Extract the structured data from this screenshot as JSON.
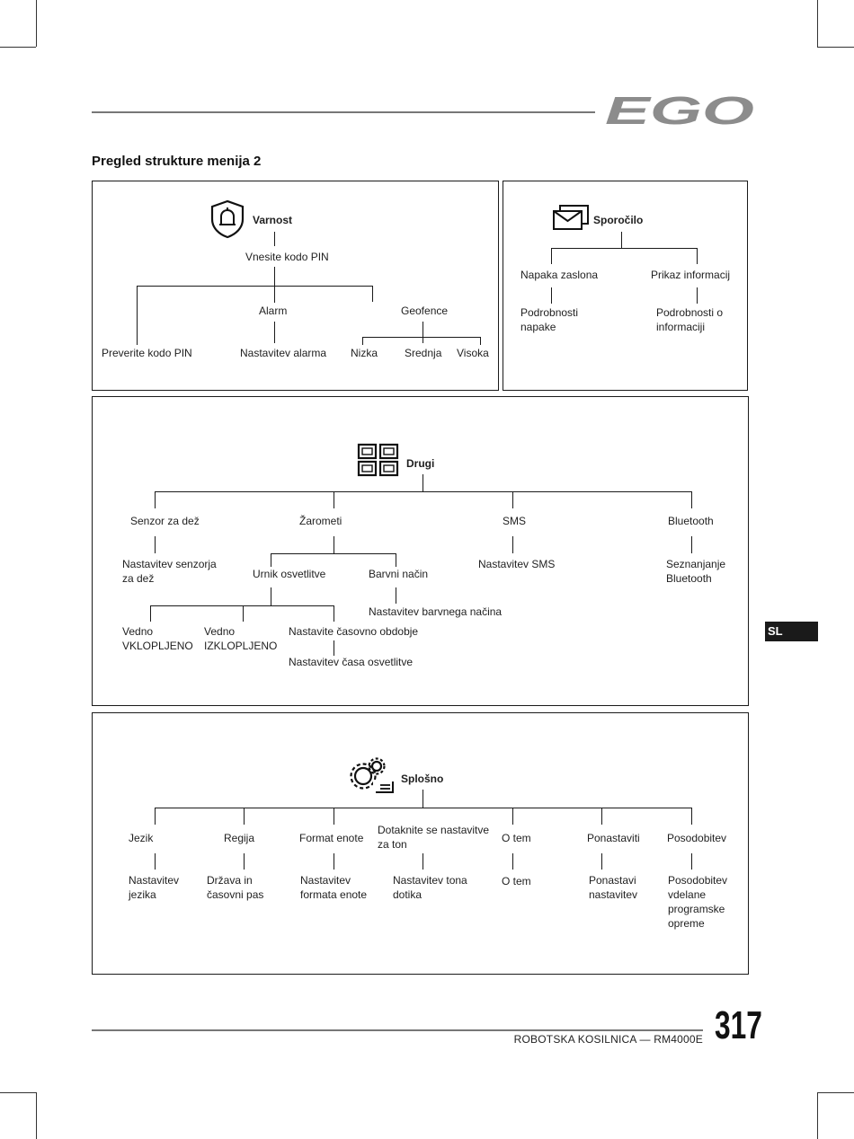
{
  "brand": {
    "logo_text": "EGO"
  },
  "page": {
    "heading": "Pregled strukture menija 2",
    "footer_title": "ROBOTSKA KOSILNICA — RM4000E",
    "page_number": "317",
    "lang_tab": "SL"
  },
  "varnost": {
    "title": "Varnost",
    "enter_pin": "Vnesite kodo PIN",
    "check_pin": "Preverite kodo PIN",
    "alarm": "Alarm",
    "alarm_setting": "Nastavitev alarma",
    "geofence": "Geofence",
    "low": "Nizka",
    "medium": "Srednja",
    "high": "Visoka"
  },
  "sporocilo": {
    "title": "Sporočilo",
    "screen_error": "Napaka zaslona",
    "error_details_1": "Podrobnosti",
    "error_details_2": "napake",
    "show_info": "Prikaz informacij",
    "info_details_1": "Podrobnosti o",
    "info_details_2": "informaciji"
  },
  "drugi": {
    "title": "Drugi",
    "rain_sensor": "Senzor za dež",
    "rain_setting_1": "Nastavitev senzorja",
    "rain_setting_2": "za dež",
    "headlights": "Žarometi",
    "light_schedule": "Urnik osvetlitve",
    "always_on_1": "Vedno",
    "always_on_2": "VKLOPLJENO",
    "always_off_1": "Vedno",
    "always_off_2": "IZKLOPLJENO",
    "set_period": "Nastavite časovno obdobje",
    "set_light_time": "Nastavitev časa osvetlitve",
    "color_mode": "Barvni način",
    "color_mode_setting": "Nastavitev barvnega načina",
    "sms": "SMS",
    "sms_setting": "Nastavitev SMS",
    "bluetooth": "Bluetooth",
    "bt_pairing_1": "Seznanjanje",
    "bt_pairing_2": "Bluetooth"
  },
  "splosno": {
    "title": "Splošno",
    "language": "Jezik",
    "language_setting_1": "Nastavitev",
    "language_setting_2": "jezika",
    "region": "Regija",
    "region_setting_1": "Država in",
    "region_setting_2": "časovni pas",
    "unit_format": "Format enote",
    "unit_setting_1": "Nastavitev",
    "unit_setting_2": "formata enote",
    "touch_tone_1": "Dotaknite se nastavitve",
    "touch_tone_2": "za ton",
    "tone_setting_1": "Nastavitev tona",
    "tone_setting_2": "dotika",
    "about": "O tem",
    "about_sub": "O tem",
    "reset": "Ponastaviti",
    "reset_sub_1": "Ponastavi",
    "reset_sub_2": "nastavitev",
    "update": "Posodobitev",
    "update_sub_1": "Posodobitev",
    "update_sub_2": "vdelane",
    "update_sub_3": "programske",
    "update_sub_4": "opreme"
  }
}
